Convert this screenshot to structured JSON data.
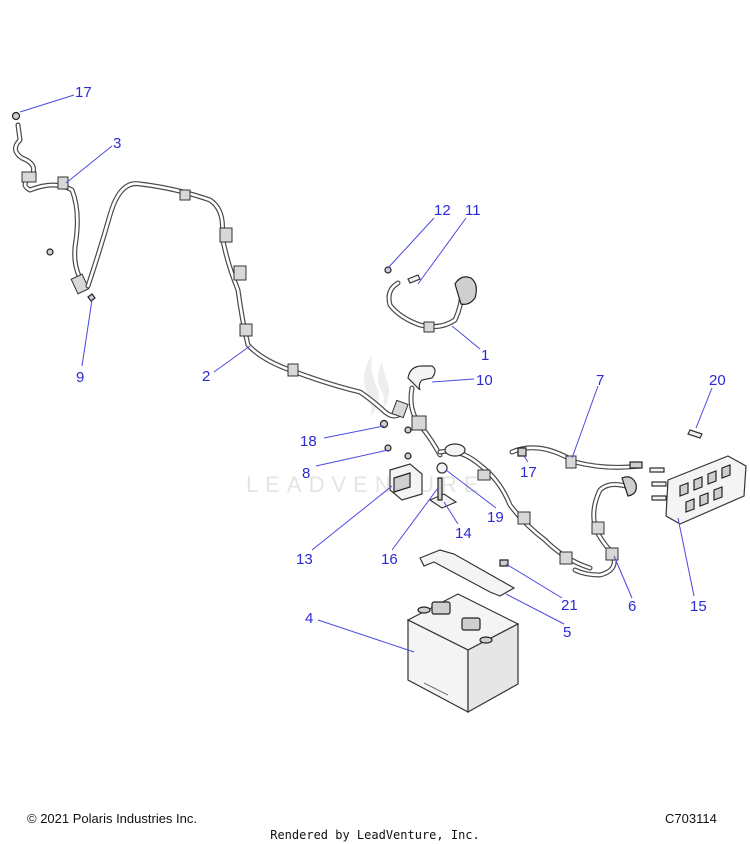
{
  "watermark": {
    "text": "LEADVENTURE"
  },
  "callouts": {
    "c17a": "17",
    "c3": "3",
    "c9": "9",
    "c2": "2",
    "c12": "12",
    "c11": "11",
    "c1": "1",
    "c10": "10",
    "c7": "7",
    "c20": "20",
    "c18": "18",
    "c8": "8",
    "c13": "13",
    "c16": "16",
    "c14": "14",
    "c19": "19",
    "c17b": "17",
    "c21": "21",
    "c5": "5",
    "c6": "6",
    "c15": "15",
    "c4": "4"
  },
  "footer": {
    "copyright": "© 2021 Polaris Industries Inc.",
    "code": "C703114",
    "rendered_by": "Rendered by LeadVenture, Inc."
  },
  "colors": {
    "callout": "#2a2ad8",
    "leader": "#4a4ae0",
    "line_art": "#333333"
  }
}
